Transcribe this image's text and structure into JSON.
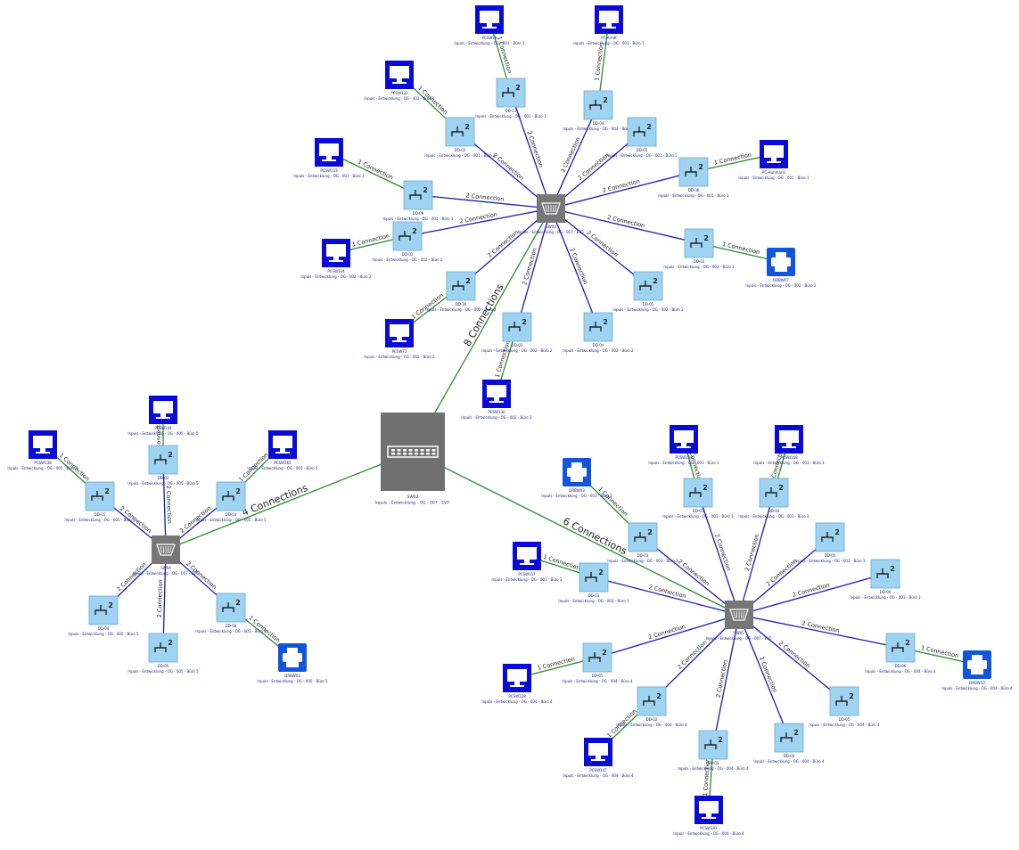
{
  "palette": {
    "uplink": "#2e8b2e",
    "link": "#1a1ab8",
    "device_link": "#2e8b2e",
    "pc_fill": "#0a0ad6",
    "printer_fill": "#1155dd",
    "outlet_fill": "#9fd3f2",
    "outlet_stroke": "#6aa8cf",
    "switch_fill": "#777777",
    "core_fill": "#707070"
  },
  "core": {
    "id": "core",
    "name": "SW02",
    "label": "Inpuls - Entwicklung - OG - 007 - EVT-"
  },
  "switches": [
    {
      "id": "swA",
      "name": "SW03",
      "label": "Inpuls - Entwicklung - OG - 007 - EVT-"
    },
    {
      "id": "swB",
      "name": "SW04",
      "label": "Inpuls - Entwicklung - OG - 007 - EVT-"
    },
    {
      "id": "swC",
      "name": "SW05",
      "label": "Inpuls - Entwicklung - OG - 007 - EVT-"
    }
  ],
  "outlets": [
    {
      "id": "oA1",
      "switch": "swA",
      "name": "DD-11",
      "label": "Inpuls - Entwicklung - OG - 001 - Büro 1"
    },
    {
      "id": "oA2",
      "switch": "swA",
      "name": "DD-04",
      "label": "Inpuls - Entwicklung - OG - 004 - Büro 1"
    },
    {
      "id": "oA3",
      "switch": "swA",
      "name": "DD-02",
      "label": "Inpuls - Entwicklung - OG - 001 - Büro 1"
    },
    {
      "id": "oA4",
      "switch": "swA",
      "name": "DD-05",
      "label": "Inpuls - Entwicklung - OG - 001 - Büro 1"
    },
    {
      "id": "oA5",
      "switch": "swA",
      "name": "DD-06",
      "label": "Inpuls - Entwicklung - OG - 001 - Büro 1"
    },
    {
      "id": "oA6",
      "switch": "swA",
      "name": "DD-09",
      "label": "Inpuls - Entwicklung - OG - 001 - Büro 1"
    },
    {
      "id": "oA7",
      "switch": "swA",
      "name": "DD-01",
      "label": "Inpuls - Entwicklung - OG - 002 - Büro 2"
    },
    {
      "id": "oA8",
      "switch": "swA",
      "name": "DD-02",
      "label": "Inpuls - Entwicklung - OG - 002 - Büro 2"
    },
    {
      "id": "oA9",
      "switch": "swA",
      "name": "DD-30",
      "label": "Inpuls - Entwicklung - OG - 002 - Büro 2"
    },
    {
      "id": "oA10",
      "switch": "swA",
      "name": "DD-03",
      "label": "Inpuls - Entwicklung - OG - 002 - Büro 2"
    },
    {
      "id": "oA11",
      "switch": "swA",
      "name": "DD-04",
      "label": "Inpuls - Entwicklung - OG - 002 - Büro 2"
    },
    {
      "id": "oA12",
      "switch": "swA",
      "name": "DD-05",
      "label": "Inpuls - Entwicklung - OG - 002 - Büro 2"
    },
    {
      "id": "oB1",
      "switch": "swB",
      "name": "DD-01",
      "label": "Inpuls - Entwicklung - OG - 005 - Büro 5"
    },
    {
      "id": "oB2",
      "switch": "swB",
      "name": "DD-02",
      "label": "Inpuls - Entwicklung - OG - 005 - Büro 5"
    },
    {
      "id": "oB3",
      "switch": "swB",
      "name": "DD-03",
      "label": "Inpuls - Entwicklung - OG - 005 - Büro 5"
    },
    {
      "id": "oB4",
      "switch": "swB",
      "name": "DD-04",
      "label": "Inpuls - Entwicklung - OG - 005 - Büro 5"
    },
    {
      "id": "oB5",
      "switch": "swB",
      "name": "DD-05",
      "label": "Inpuls - Entwicklung - OG - 005 - Büro 5"
    },
    {
      "id": "oB6",
      "switch": "swB",
      "name": "DD-06",
      "label": "Inpuls - Entwicklung - OG - 005 - Büro 5"
    },
    {
      "id": "oC1",
      "switch": "swC",
      "name": "DD-01",
      "label": "Inpuls - Entwicklung - OG - 003 - Büro 3"
    },
    {
      "id": "oC2",
      "switch": "swC",
      "name": "DD-04",
      "label": "Inpuls - Entwicklung - OG - 003 - Büro 3"
    },
    {
      "id": "oC3",
      "switch": "swC",
      "name": "DD-03",
      "label": "Inpuls - Entwicklung - OG - 003 - Büro 3"
    },
    {
      "id": "oC4",
      "switch": "swC",
      "name": "DD-05",
      "label": "Inpuls - Entwicklung - OG - 003 - Büro 3"
    },
    {
      "id": "oC5",
      "switch": "swC",
      "name": "DD-01",
      "label": "Inpuls - Entwicklung - OG - 003 - Büro 3"
    },
    {
      "id": "oC6",
      "switch": "swC",
      "name": "DD-06",
      "label": "Inpuls - Entwicklung - OG - 003 - Büro 3"
    },
    {
      "id": "oC7",
      "switch": "swC",
      "name": "DD-01",
      "label": "Inpuls - Entwicklung - OG - 004 - Büro 4"
    },
    {
      "id": "oC8",
      "switch": "swC",
      "name": "DD-06",
      "label": "Inpuls - Entwicklung - OG - 004 - Büro 4"
    },
    {
      "id": "oC9",
      "switch": "swC",
      "name": "DD-02",
      "label": "Inpuls - Entwicklung - OG - 004 - Büro 4"
    },
    {
      "id": "oC10",
      "switch": "swC",
      "name": "DD-03",
      "label": "Inpuls - Entwicklung - OG - 004 - Büro 4"
    },
    {
      "id": "oC11",
      "switch": "swC",
      "name": "DD-04",
      "label": "Inpuls - Entwicklung - OG - 004 - Büro 4"
    },
    {
      "id": "oC12",
      "switch": "swC",
      "name": "DD-05",
      "label": "Inpuls - Entwicklung - OG - 004 - Büro 4"
    }
  ],
  "devices": [
    {
      "id": "dA1",
      "kind": "pc",
      "outlet": "oA1",
      "name": "PCSW79",
      "label": "Inpuls - Entwicklung - OG - 001 - Büro 1"
    },
    {
      "id": "dA2",
      "kind": "pc",
      "outlet": "oA2",
      "name": "PC-Arndt",
      "label": "Inpuls - Entwicklung - OG - 001 - Büro 1"
    },
    {
      "id": "dA3",
      "kind": "pc",
      "outlet": "oA3",
      "name": "PCSW122",
      "label": "Inpuls - Entwicklung - OG - 001 - Büro 1"
    },
    {
      "id": "dA4",
      "kind": "pc",
      "outlet": "oA5",
      "name": "PC-Huhmann",
      "label": "Inpuls - Entwicklung - OG - 001 - Büro 1"
    },
    {
      "id": "dA5",
      "kind": "pc",
      "outlet": "oA6",
      "name": "PCSW113",
      "label": "Inpuls - Entwicklung - OG - 001 - Büro 1"
    },
    {
      "id": "dA6",
      "kind": "pc",
      "outlet": "oA7",
      "name": "PCSW134",
      "label": "Inpuls - Entwicklung - OG - 002 - Büro 2"
    },
    {
      "id": "dA7",
      "kind": "printer",
      "outlet": "oA8",
      "name": "DRBW07",
      "label": "Inpuls - Entwicklung - OG - 002 - Büro 2"
    },
    {
      "id": "dA8",
      "kind": "pc",
      "outlet": "oA9",
      "name": "PCSW72",
      "label": "Inpuls - Entwicklung - OG - 002 - Büro 2"
    },
    {
      "id": "dA9",
      "kind": "pc",
      "outlet": "oA10",
      "name": "PCSW136",
      "label": "Inpuls - Entwicklung - OG - 002 - Büro 2"
    },
    {
      "id": "dB1",
      "kind": "pc",
      "outlet": "oB1",
      "name": "PCSW138",
      "label": "Inpuls - Entwicklung - OG - 005 - Büro 5"
    },
    {
      "id": "dB2",
      "kind": "pc",
      "outlet": "oB2",
      "name": "PCSW144",
      "label": "Inpuls - Entwicklung - OG - 005 - Büro 5"
    },
    {
      "id": "dB3",
      "kind": "pc",
      "outlet": "oB3",
      "name": "PCSW165",
      "label": "Inpuls - Entwicklung - OG - 005 - Büro 5"
    },
    {
      "id": "dB4",
      "kind": "printer",
      "outlet": "oB6",
      "name": "DRBW03",
      "label": "Inpuls - Entwicklung - OG - 005 - Büro 5"
    },
    {
      "id": "dC1",
      "kind": "pc",
      "outlet": "oC1",
      "name": "PCSW158",
      "label": "Inpuls - Entwicklung - OG - 003 - Büro 3"
    },
    {
      "id": "dC2",
      "kind": "pc",
      "outlet": "oC2",
      "name": "PCSW168",
      "label": "Inpuls - Entwicklung - OG - 003 - Büro 3"
    },
    {
      "id": "dC3",
      "kind": "printer",
      "outlet": "oC3",
      "name": "DRBW03",
      "label": "Inpuls - Entwicklung - OG - 003 - Büro 3"
    },
    {
      "id": "dC4",
      "kind": "pc",
      "outlet": "oC5",
      "name": "PCSW157",
      "label": "Inpuls - Entwicklung - OG - 003 - Büro 3"
    },
    {
      "id": "dC5",
      "kind": "pc",
      "outlet": "oC7",
      "name": "PCSW128",
      "label": "Inpuls - Entwicklung - OG - 004 - Büro 4"
    },
    {
      "id": "dC6",
      "kind": "printer",
      "outlet": "oC8",
      "name": "DRBW10",
      "label": "Inpuls - Entwicklung - OG - 004 - Büro 4"
    },
    {
      "id": "dC7",
      "kind": "pc",
      "outlet": "oC9",
      "name": "PCSW147",
      "label": "Inpuls - Entwicklung - OG - 004 - Büro 4"
    },
    {
      "id": "dC8",
      "kind": "pc",
      "outlet": "oC10",
      "name": "PCSW102",
      "label": "Inpuls - Entwicklung - OG - 004 - Büro 4"
    }
  ],
  "uplinks": [
    {
      "switch": "swA",
      "label": "8 Connections"
    },
    {
      "switch": "swB",
      "label": "4 Connections"
    },
    {
      "switch": "swC",
      "label": "6 Connections"
    }
  ],
  "link_labels": {
    "switch_outlet": "2 Connection",
    "outlet_device": "1 Connection"
  }
}
